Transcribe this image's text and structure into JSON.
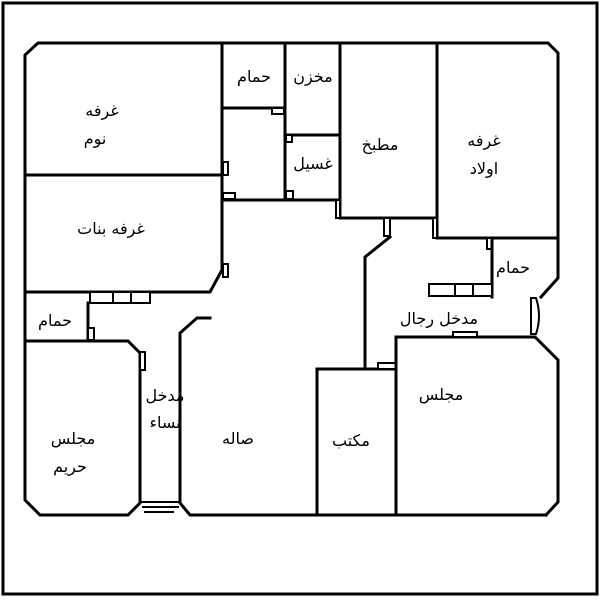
{
  "rooms": {
    "bedroom": [
      "غرفه",
      "نوم"
    ],
    "bath_top": "حمام",
    "storage": "مخزن",
    "laundry": "غسيل",
    "kitchen": "مطبخ",
    "kids_room": [
      "غرفه",
      "اولاد"
    ],
    "girls_room": "غرفه بنات",
    "bath_right": "حمام",
    "bath_left": "حمام",
    "men_entrance": "مدخل رجال",
    "women_entrance": [
      "مدخل",
      "نساء"
    ],
    "harem_majlis": [
      "مجلس",
      "حريم"
    ],
    "hall": "صاله",
    "office": "مكتب",
    "majlis": "مجلس"
  },
  "colors": {
    "line": "#000000",
    "background": "#ffffff"
  }
}
